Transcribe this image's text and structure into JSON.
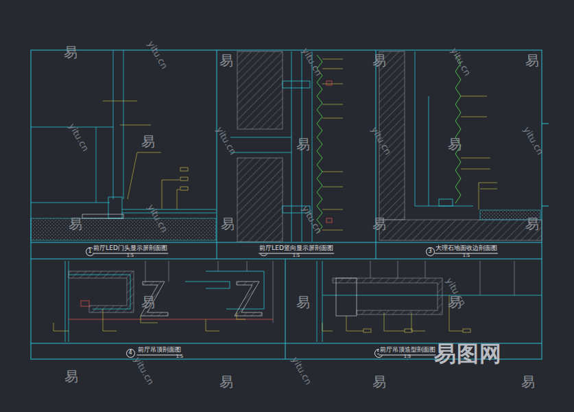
{
  "diagram": {
    "nodes": [
      {
        "text": [
          "1"
        ]
      },
      {
        "text": [
          "2"
        ]
      },
      {
        "text": [
          "3"
        ]
      },
      {
        "text": [
          "4"
        ]
      },
      {
        "text": [
          "5"
        ]
      }
    ],
    "labels": [
      "前厅LED门头显示屏剖面图",
      "1:5",
      "前厅LED竖向显示屏剖面图",
      "1:5",
      "大理石地面收边剖面图",
      "1:5",
      "前厅吊顶剖面图",
      "1:5",
      "前厅吊顶造型剖面图",
      "1:5",
      "易",
      "易",
      "易",
      "易",
      "易",
      "易",
      "易",
      "易",
      "易",
      "易",
      "易",
      "易",
      "易",
      "易",
      "易",
      "易",
      "易",
      "易",
      "yitu.cn",
      "yitu.cn",
      "yitu.cn",
      "yitu.cn",
      "yitu.cn",
      "yitu.cn",
      "yitu.cn",
      "yitu.cn",
      "yitu.cn",
      "yitu.cn",
      "yitu.cn",
      "yitu.cn",
      "易图网"
    ]
  }
}
